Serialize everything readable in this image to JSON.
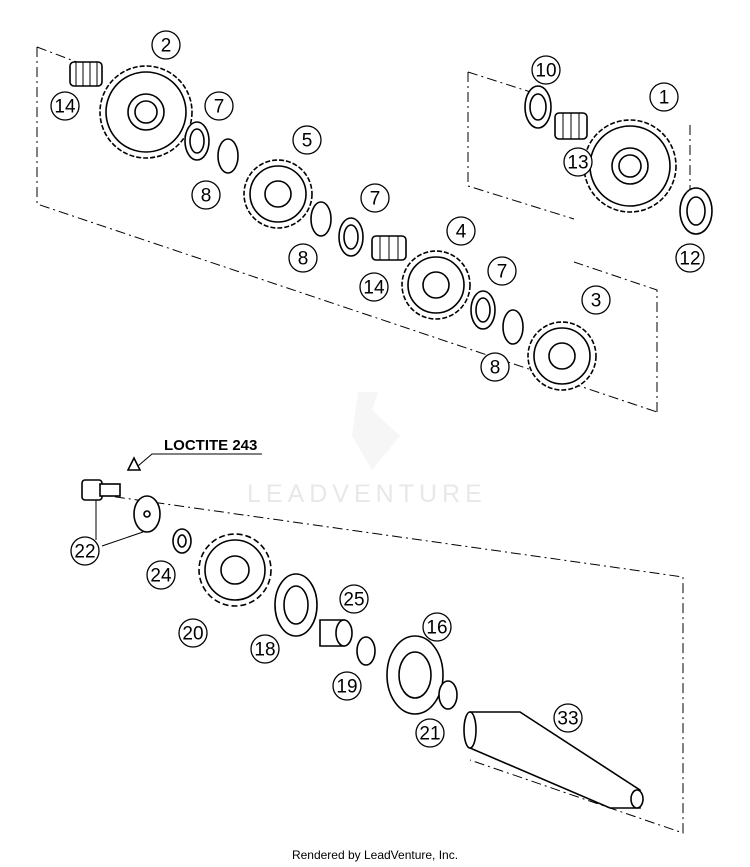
{
  "note": "LOCTITE 243",
  "watermark": "LEADVENTURE",
  "footer": "Rendered by LeadVenture, Inc.",
  "callouts": [
    "1",
    "2",
    "3",
    "4",
    "5",
    "7",
    "7",
    "7",
    "8",
    "8",
    "8",
    "10",
    "12",
    "13",
    "14",
    "14",
    "16",
    "18",
    "19",
    "20",
    "21",
    "22",
    "24",
    "25",
    "33"
  ]
}
